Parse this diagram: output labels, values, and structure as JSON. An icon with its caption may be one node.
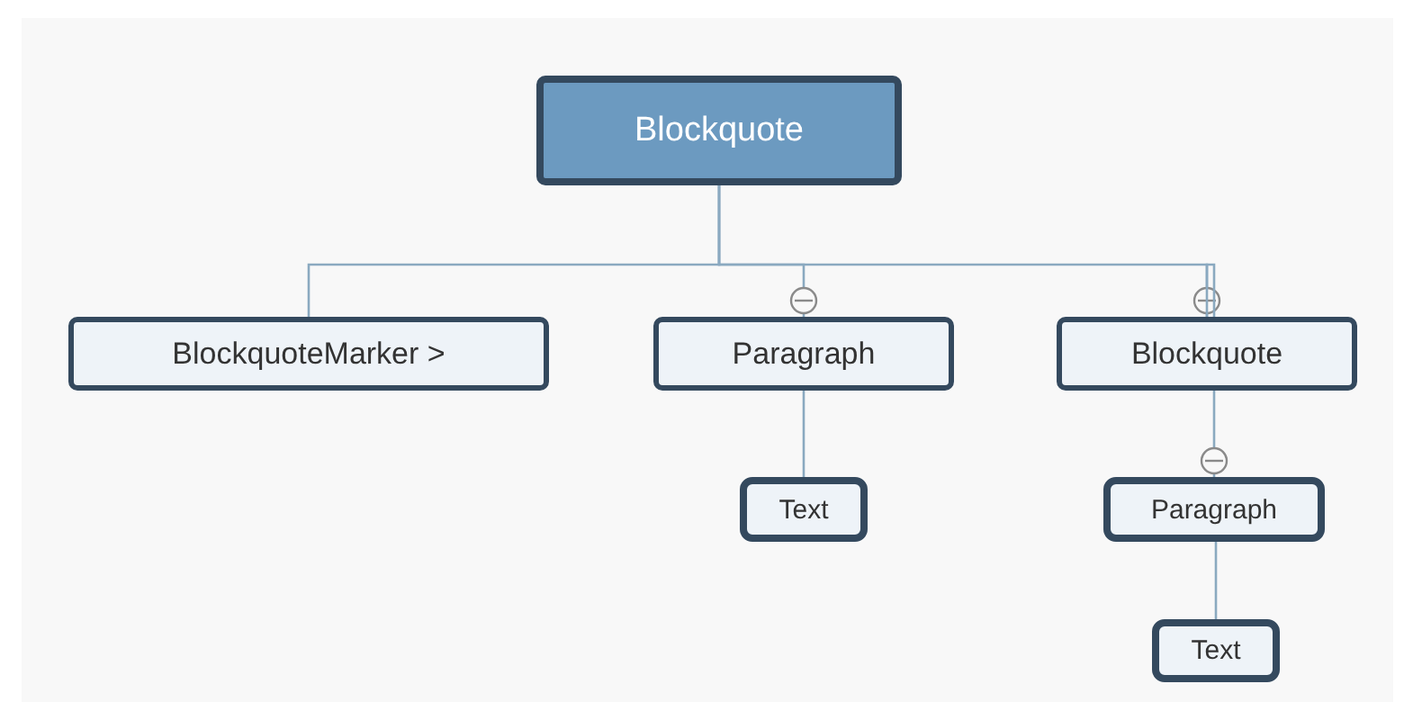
{
  "diagram": {
    "nodes": [
      {
        "text": [
          "Blockquote"
        ]
      },
      {
        "text": [
          "BlockquoteMarker >"
        ]
      },
      {
        "text": [
          "Paragraph"
        ]
      },
      {
        "text": [
          "Blockquote"
        ]
      },
      {
        "text": [
          "Text"
        ]
      },
      {
        "text": [
          "Paragraph"
        ]
      },
      {
        "text": [
          "Text"
        ]
      }
    ],
    "edges": [
      {
        "from": 0,
        "to": 1,
        "arrow": "none"
      },
      {
        "from": 0,
        "to": 2,
        "arrow": "other"
      },
      {
        "from": 0,
        "to": 3,
        "arrow": "other"
      },
      {
        "from": 2,
        "to": 4,
        "arrow": "none"
      },
      {
        "from": 3,
        "to": 5,
        "arrow": "other"
      },
      {
        "from": 5,
        "to": 6,
        "arrow": "none"
      }
    ]
  }
}
